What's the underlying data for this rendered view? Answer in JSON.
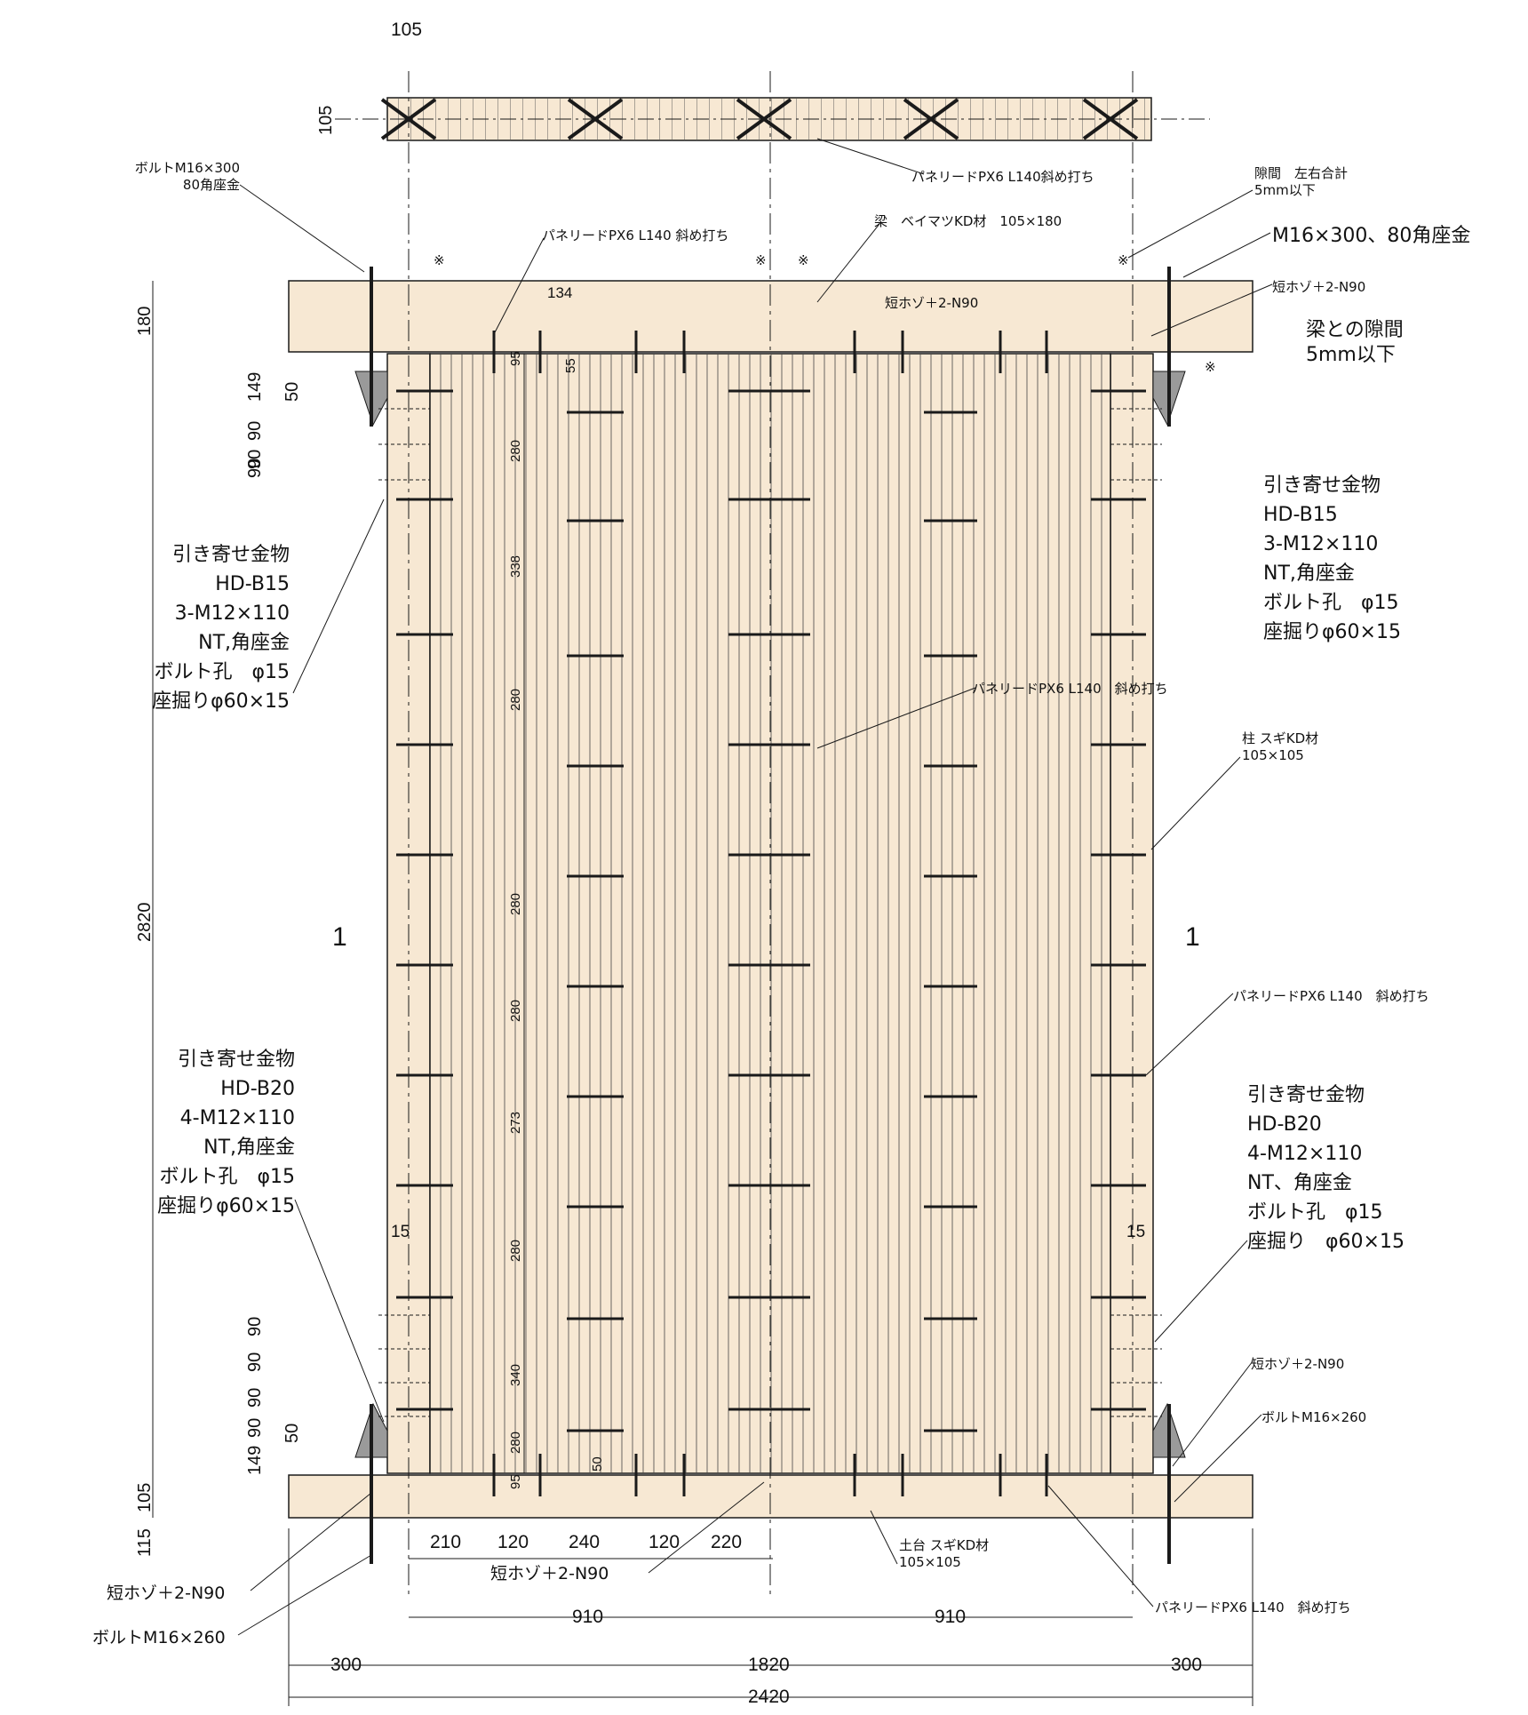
{
  "colors": {
    "wood": "#f7e8d3",
    "line": "#1a1a1a",
    "bracket": "#9a9a9a"
  },
  "labels": {
    "bolt_top_left": [
      "ボルトM16×300",
      "80角座金"
    ],
    "panel_plan": "パネリードPX6 L140斜め打ち",
    "gap_lr": [
      "隙間　左右合計",
      "5mm以下"
    ],
    "beam": "梁　ベイマツKD材　105×180",
    "panel_top": "パネリードPX6 L140 斜め打ち",
    "bolt_top_right": "M16×300、80角座金",
    "tenon_top_right": "短ホゾ＋2-N90",
    "tenon_top_mid": "短ホゾ＋2-N90",
    "beam_gap": [
      "梁との隙間",
      "5mm以下"
    ],
    "hd_top_right": [
      "引き寄せ金物",
      "HD-B15",
      "3-M12×110",
      "NT,角座金",
      "ボルト孔　φ15",
      "座掘りφ60×15"
    ],
    "hd_top_left": [
      "引き寄せ金物",
      "HD-B15",
      "3-M12×110",
      "NT,角座金",
      "ボルト孔　φ15",
      "座掘りφ60×15"
    ],
    "panel_center": "パネリードPX6 L140　斜め打ち",
    "column": [
      "柱 スギKD材",
      "105×105"
    ],
    "panel_right": "パネリードPX6 L140　斜め打ち",
    "hd_bottom_left": [
      "引き寄せ金物",
      "HD-B20",
      "4-M12×110",
      "NT,角座金",
      "ボルト孔　φ15",
      "座掘りφ60×15"
    ],
    "hd_bottom_right": [
      "引き寄せ金物",
      "HD-B20",
      "4-M12×110",
      "NT、角座金",
      "ボルト孔　φ15",
      "座掘り　φ60×15"
    ],
    "tenon_bottom_right": "短ホゾ＋2-N90",
    "bolt_bottom_right": "ボルトM16×260",
    "sill": [
      "土台 スギKD材",
      "105×105"
    ],
    "tenon_bottom_mid": "短ホゾ＋2-N90",
    "tenon_bottom_left": "短ホゾ＋2-N90",
    "bolt_bottom_left": "ボルトM16×260",
    "panel_bottom": "パネリードPX6 L140　斜め打ち",
    "section_mark": "1",
    "note_mark": "※"
  },
  "dims": {
    "top_width": "105",
    "top_height": "105",
    "d180": "180",
    "d2820": "2820",
    "d149a": "149",
    "d50a": "50",
    "d90a": "90",
    "d90b": "90",
    "d90c": "90",
    "d90d": "90",
    "d90e": "90",
    "d90f": "90",
    "d90g": "90",
    "d149b": "149",
    "d50b": "50",
    "d115": "115",
    "d105": "105",
    "d134": "134",
    "d55": "55",
    "d15a": "15",
    "d15b": "15",
    "d50c": "50",
    "chain": [
      "95",
      "280",
      "338",
      "280",
      "280",
      "280",
      "273",
      "280",
      "340",
      "280",
      "95"
    ],
    "bottom_row": [
      "210",
      "120",
      "240",
      "120",
      "220"
    ],
    "d910a": "910",
    "d910b": "910",
    "d300a": "300",
    "d1820": "1820",
    "d300b": "300",
    "d2420": "2420"
  }
}
